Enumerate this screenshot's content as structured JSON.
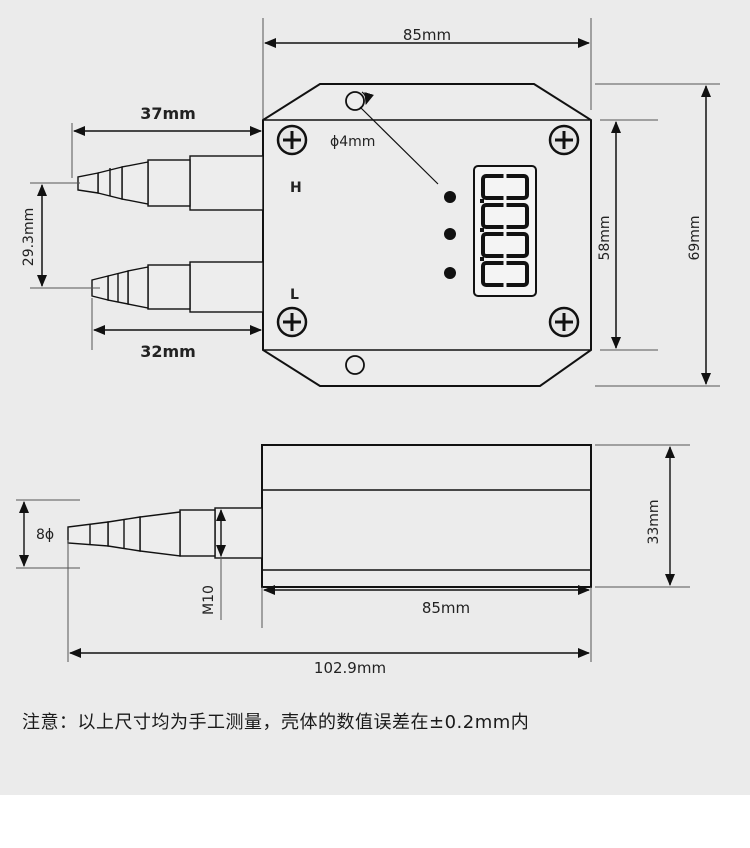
{
  "top_view": {
    "width_label": "85mm",
    "high_port_length_label": "37mm",
    "low_port_length_label": "32mm",
    "port_spacing_label": "29.3mm",
    "mount_hole_label": "ϕ4mm",
    "hole_span_label": "58mm",
    "height_label": "69mm",
    "high_port_mark": "H",
    "low_port_mark": "L",
    "display_readout": [
      "0",
      "0",
      "0",
      "0"
    ]
  },
  "side_view": {
    "tube_od_label": "8ϕ",
    "thread_label": "M10",
    "body_width_label": "85mm",
    "height_label": "33mm",
    "overall_length_label": "102.9mm"
  },
  "note": "注意：以上尺寸均为手工测量，壳体的数值误差在±0.2mm内"
}
